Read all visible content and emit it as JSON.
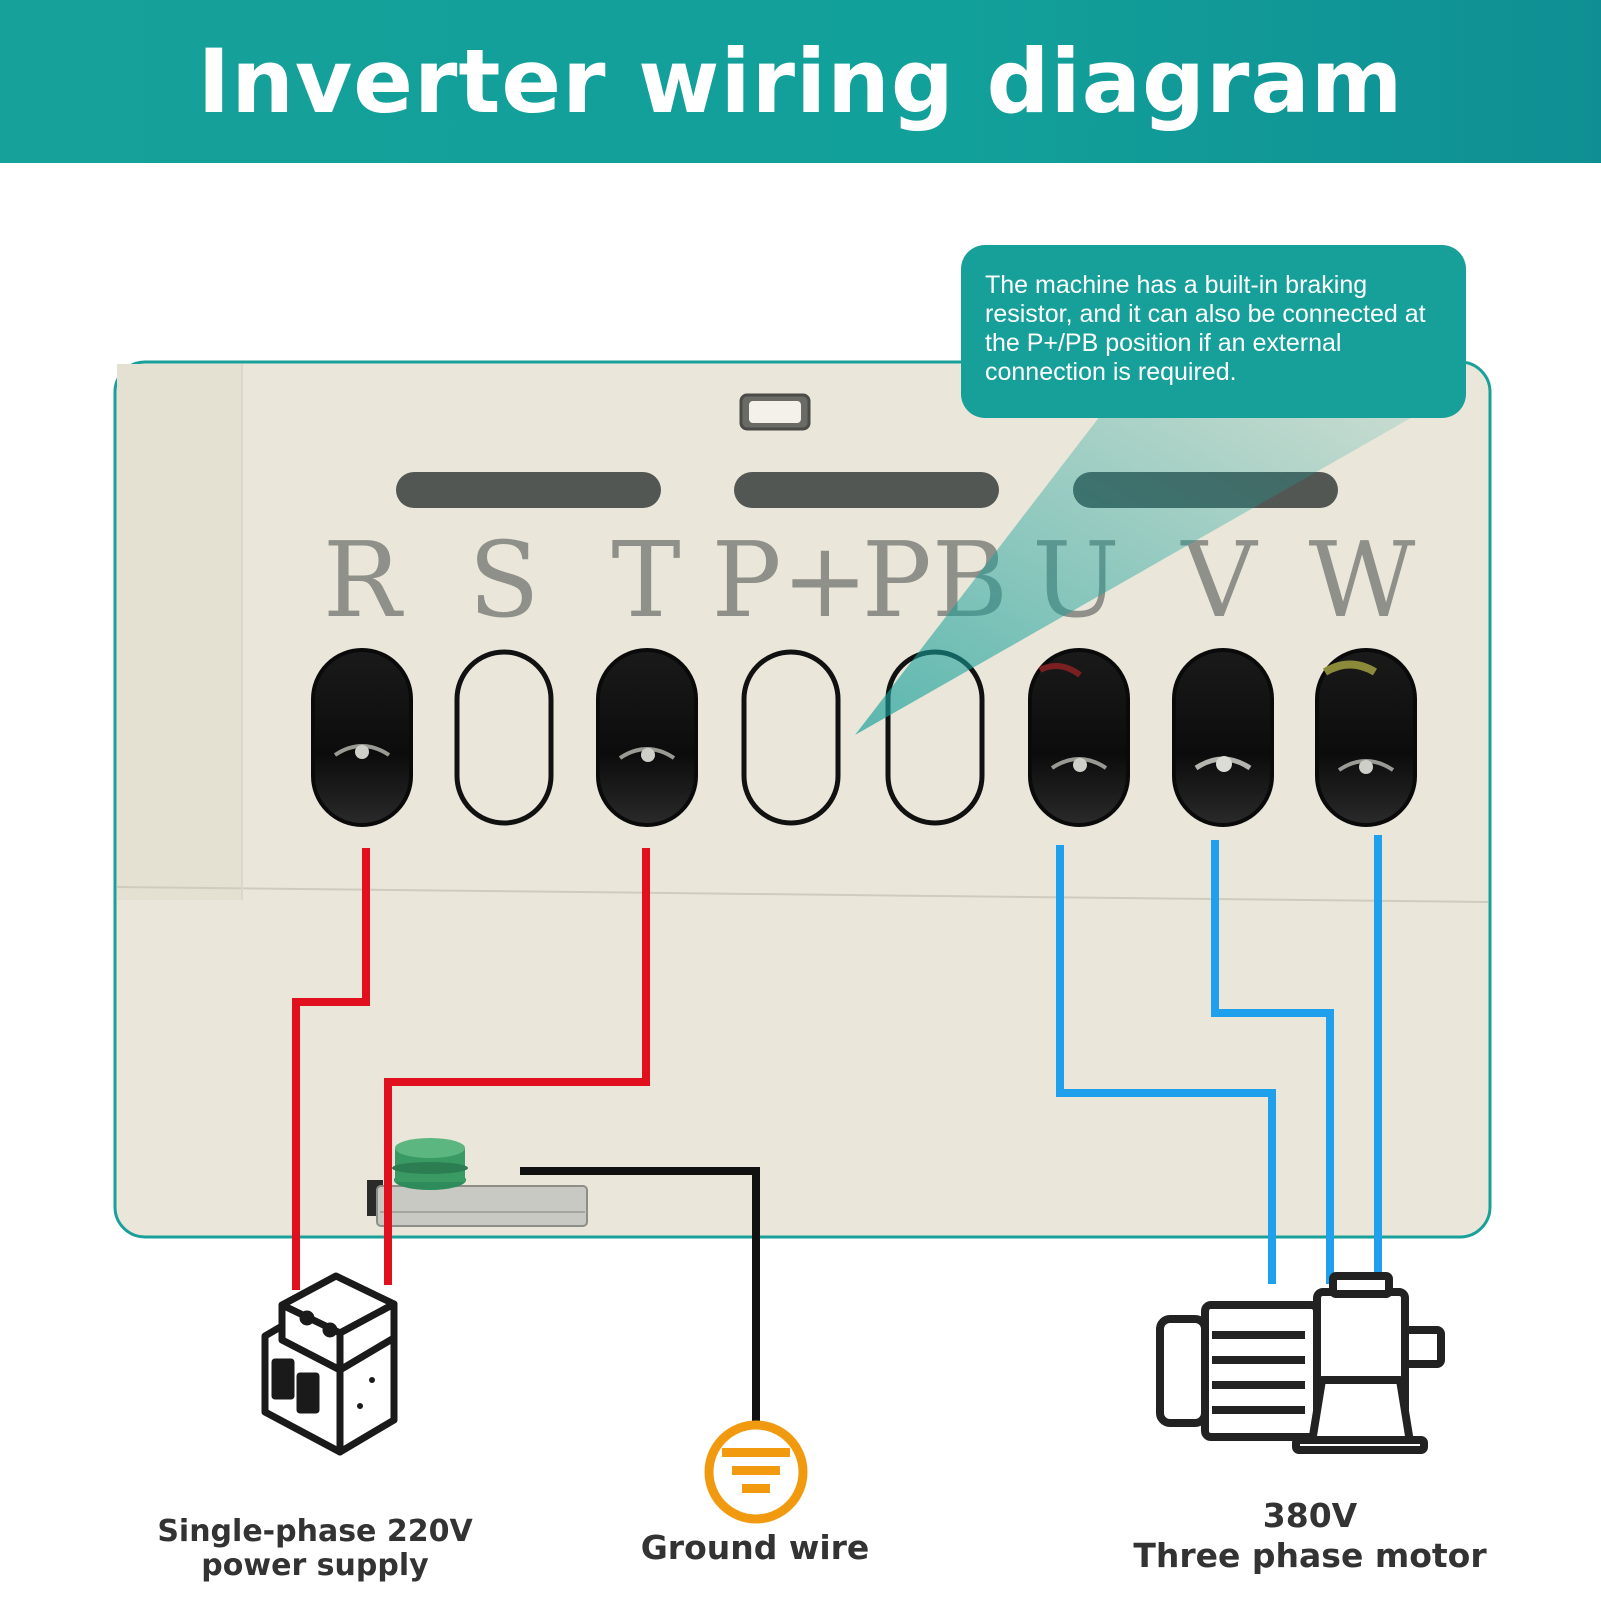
{
  "title": "Inverter wiring diagram",
  "callout": {
    "text": "The machine has a built-in braking resistor, and it can also be connected at the P+/PB position if an external connection is required."
  },
  "terminals": [
    {
      "label": "R",
      "wired": true
    },
    {
      "label": "S",
      "wired": false
    },
    {
      "label": "T",
      "wired": true
    },
    {
      "label": "P+",
      "wired": false
    },
    {
      "label": "PB",
      "wired": false
    },
    {
      "label": "U",
      "wired": true
    },
    {
      "label": "V",
      "wired": true
    },
    {
      "label": "W",
      "wired": true
    }
  ],
  "power_supply": {
    "line1": "Single-phase 220V",
    "line2": "power supply"
  },
  "ground": {
    "label": "Ground wire"
  },
  "motor": {
    "line1": "380V",
    "line2": "Three phase motor"
  },
  "colors": {
    "banner": "#16a19a",
    "power_wires": "#e0101e",
    "motor_wires": "#1ea0ec",
    "ground_wire": "#111111",
    "ground_symbol": "#f29a0f",
    "panel": "#eae7da"
  },
  "icons": [
    "circuit-breaker-icon",
    "ground-symbol-icon",
    "motor-icon",
    "ground-screw-icon"
  ]
}
